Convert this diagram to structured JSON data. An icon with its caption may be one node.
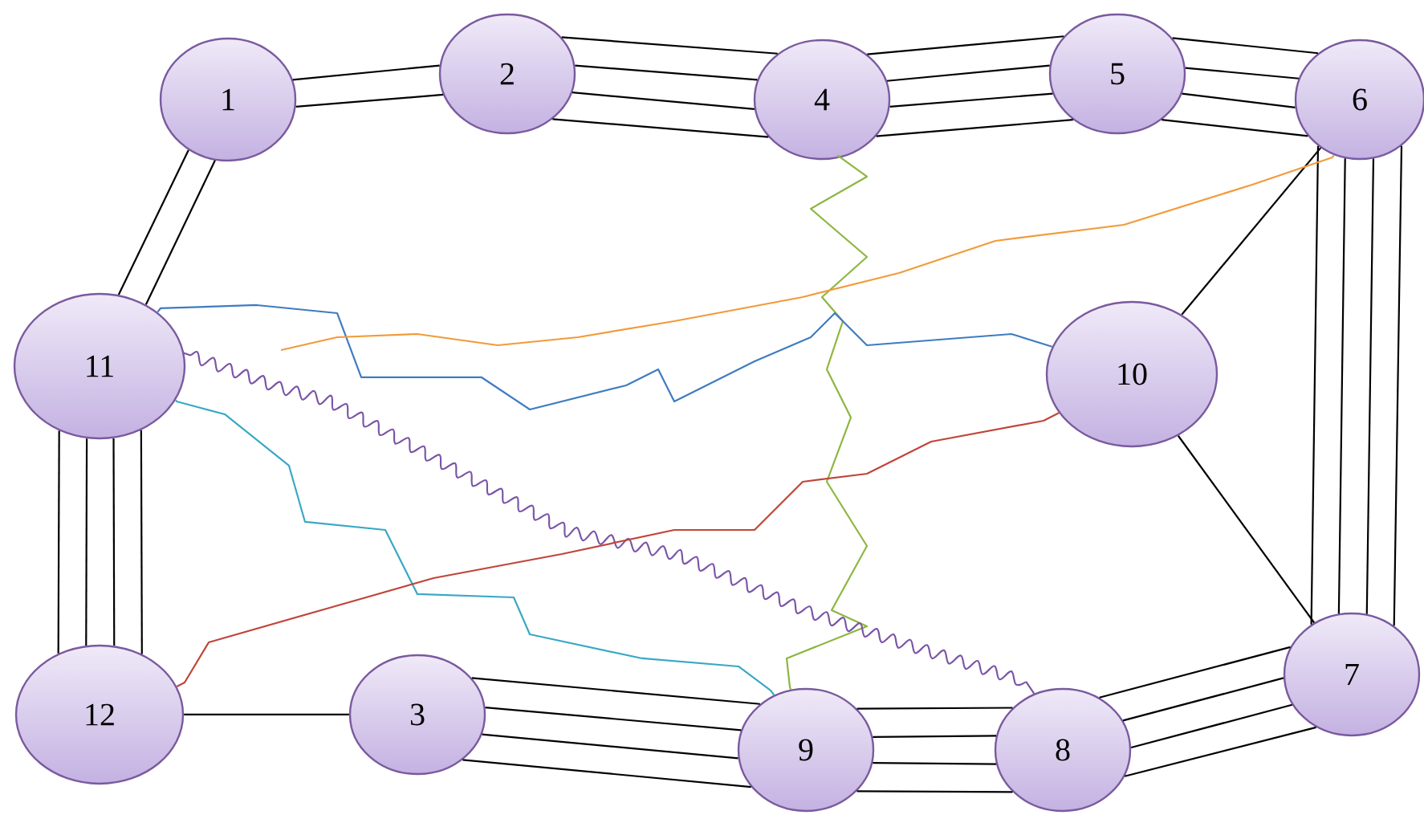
{
  "diagram": {
    "nodes": [
      {
        "text": [
          "1"
        ]
      },
      {
        "text": [
          "2"
        ]
      },
      {
        "text": [
          "4"
        ]
      },
      {
        "text": [
          "5"
        ]
      },
      {
        "text": [
          "6"
        ]
      },
      {
        "text": [
          "11"
        ]
      },
      {
        "text": [
          "10"
        ]
      },
      {
        "text": [
          "12"
        ]
      },
      {
        "text": [
          "3"
        ]
      },
      {
        "text": [
          "9"
        ]
      },
      {
        "text": [
          "8"
        ]
      },
      {
        "text": [
          "7"
        ]
      }
    ],
    "edges": [
      {
        "from": 0,
        "to": 1,
        "arrow": "none"
      },
      {
        "from": 0,
        "to": 1,
        "arrow": "none"
      },
      {
        "from": 1,
        "to": 2,
        "arrow": "none"
      },
      {
        "from": 1,
        "to": 2,
        "arrow": "none"
      },
      {
        "from": 1,
        "to": 2,
        "arrow": "none"
      },
      {
        "from": 1,
        "to": 2,
        "arrow": "none"
      },
      {
        "from": 2,
        "to": 3,
        "arrow": "none"
      },
      {
        "from": 2,
        "to": 3,
        "arrow": "none"
      },
      {
        "from": 2,
        "to": 3,
        "arrow": "none"
      },
      {
        "from": 2,
        "to": 3,
        "arrow": "none"
      },
      {
        "from": 3,
        "to": 4,
        "arrow": "none"
      },
      {
        "from": 3,
        "to": 4,
        "arrow": "none"
      },
      {
        "from": 3,
        "to": 4,
        "arrow": "none"
      },
      {
        "from": 3,
        "to": 4,
        "arrow": "none"
      },
      {
        "from": 4,
        "to": 11,
        "arrow": "none"
      },
      {
        "from": 4,
        "to": 11,
        "arrow": "none"
      },
      {
        "from": 4,
        "to": 11,
        "arrow": "none"
      },
      {
        "from": 4,
        "to": 11,
        "arrow": "none"
      },
      {
        "from": 4,
        "to": 6,
        "arrow": "none"
      },
      {
        "from": 6,
        "to": 11,
        "arrow": "none"
      },
      {
        "from": 11,
        "to": 10,
        "arrow": "none"
      },
      {
        "from": 11,
        "to": 10,
        "arrow": "none"
      },
      {
        "from": 11,
        "to": 10,
        "arrow": "none"
      },
      {
        "from": 11,
        "to": 10,
        "arrow": "none"
      },
      {
        "from": 10,
        "to": 9,
        "arrow": "none"
      },
      {
        "from": 10,
        "to": 9,
        "arrow": "none"
      },
      {
        "from": 10,
        "to": 9,
        "arrow": "none"
      },
      {
        "from": 10,
        "to": 9,
        "arrow": "none"
      },
      {
        "from": 9,
        "to": 8,
        "arrow": "none"
      },
      {
        "from": 9,
        "to": 8,
        "arrow": "none"
      },
      {
        "from": 9,
        "to": 8,
        "arrow": "none"
      },
      {
        "from": 9,
        "to": 8,
        "arrow": "none"
      },
      {
        "from": 8,
        "to": 7,
        "arrow": "none"
      },
      {
        "from": 7,
        "to": 5,
        "arrow": "none"
      },
      {
        "from": 7,
        "to": 5,
        "arrow": "none"
      },
      {
        "from": 7,
        "to": 5,
        "arrow": "none"
      },
      {
        "from": 7,
        "to": 5,
        "arrow": "none"
      },
      {
        "from": 5,
        "to": 0,
        "arrow": "none"
      },
      {
        "from": 5,
        "to": 0,
        "arrow": "none"
      },
      {
        "from": 2,
        "to": 9,
        "arrow": "none",
        "color": "#8db640"
      },
      {
        "from": 5,
        "to": 6,
        "arrow": "none",
        "color": "#3f7cc0"
      },
      {
        "from": 5,
        "to": 10,
        "arrow": "none",
        "color": "#7a55a8"
      },
      {
        "from": 5,
        "to": 9,
        "arrow": "none",
        "color": "#3aa8c4"
      },
      {
        "from": 7,
        "to": 6,
        "arrow": "none",
        "color": "#c0453a"
      },
      {
        "from": null,
        "to": 4,
        "arrow": "none",
        "color": "#f39a3a"
      }
    ]
  }
}
